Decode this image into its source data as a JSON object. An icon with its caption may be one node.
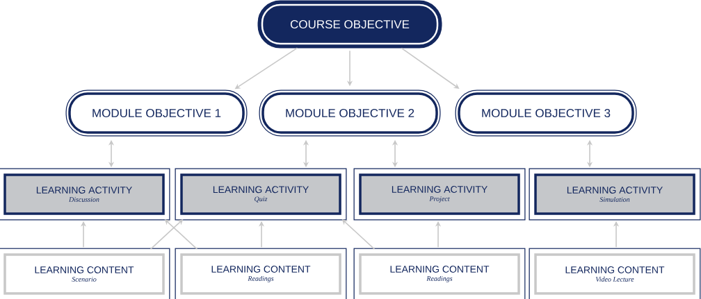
{
  "diagram": {
    "nodes": [
      {
        "text": [
          "COURSE OBJECTIVE"
        ]
      },
      {
        "text": [
          "MODULE OBJECTIVE 1"
        ]
      },
      {
        "text": [
          "MODULE OBJECTIVE 2"
        ]
      },
      {
        "text": [
          "MODULE OBJECTIVE 3"
        ]
      },
      {
        "text": [
          "LEARNING ACTIVITY",
          "Discussion"
        ]
      },
      {
        "text": [
          "LEARNING ACTIVITY",
          "Quiz"
        ]
      },
      {
        "text": [
          "LEARNING ACTIVITY",
          "Project"
        ]
      },
      {
        "text": [
          "LEARNING ACTIVITY",
          "Simulation"
        ]
      },
      {
        "text": [
          "LEARNING CONTENT",
          "Scenario"
        ]
      },
      {
        "text": [
          "LEARNING CONTENT",
          "Readings"
        ]
      },
      {
        "text": [
          "LEARNING CONTENT",
          "Readings"
        ]
      },
      {
        "text": [
          "LEARNING CONTENT",
          "Video Lecture"
        ]
      }
    ],
    "edges": [
      {
        "from": 0,
        "to": 1,
        "arrow": "to"
      },
      {
        "from": 0,
        "to": 2,
        "arrow": "to"
      },
      {
        "from": 0,
        "to": 3,
        "arrow": "to"
      },
      {
        "from": 1,
        "to": 4,
        "arrow": "both"
      },
      {
        "from": 2,
        "to": 5,
        "arrow": "both"
      },
      {
        "from": 2,
        "to": 6,
        "arrow": "both"
      },
      {
        "from": 3,
        "to": 7,
        "arrow": "both"
      },
      {
        "from": 8,
        "to": 4,
        "arrow": "to"
      },
      {
        "from": 8,
        "to": 5,
        "arrow": "to"
      },
      {
        "from": 9,
        "to": 4,
        "arrow": "to"
      },
      {
        "from": 9,
        "to": 5,
        "arrow": "to"
      },
      {
        "from": 10,
        "to": 5,
        "arrow": "to"
      },
      {
        "from": 10,
        "to": 6,
        "arrow": "to"
      },
      {
        "from": 11,
        "to": 7,
        "arrow": "to"
      }
    ]
  }
}
